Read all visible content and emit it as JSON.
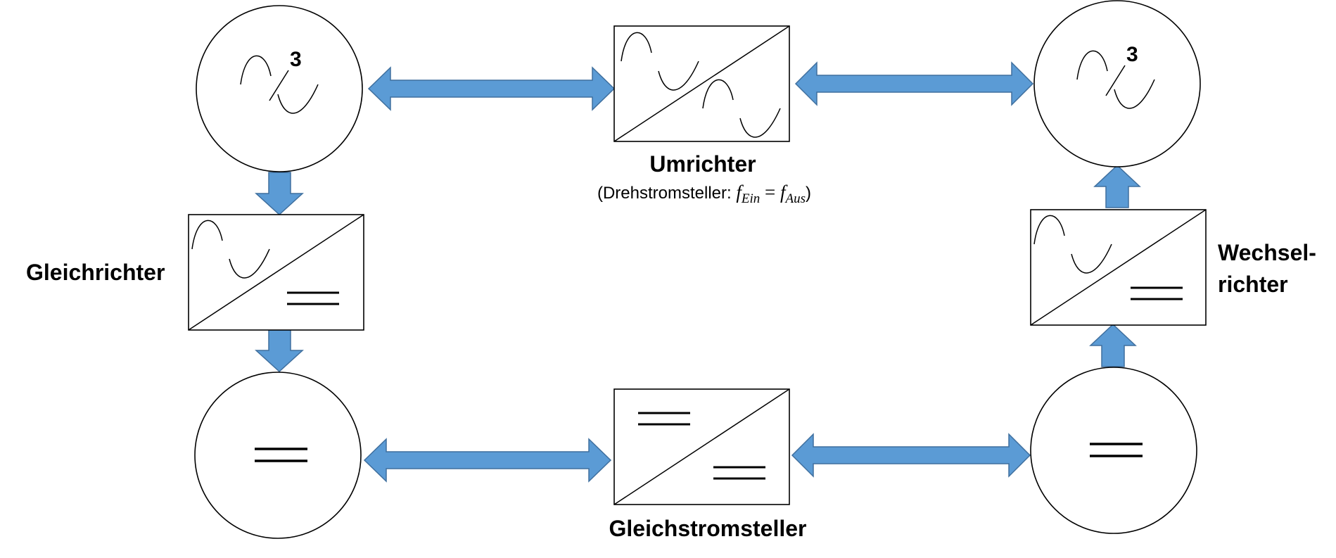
{
  "colors": {
    "arrow_fill": "#5b9bd5",
    "arrow_stroke": "#3f6f9e",
    "line": "#000000",
    "background": "#ffffff"
  },
  "nodes": {
    "ac_left": {
      "phase_label": "3",
      "icon": "three-phase-ac-symbol"
    },
    "ac_right": {
      "phase_label": "3",
      "icon": "three-phase-ac-symbol"
    },
    "dc_left": {
      "icon": "dc-symbol"
    },
    "dc_right": {
      "icon": "dc-symbol"
    }
  },
  "converters": {
    "umrichter": {
      "label": "Umrichter",
      "note_prefix": "(Drehstromsteller: ",
      "note_var": "f",
      "note_sub_in": "Ein",
      "note_eq": " = ",
      "note_sub_out": "Aus",
      "note_suffix": ")",
      "icon": "ac-ac-converter-symbol"
    },
    "gleichrichter": {
      "label": "Gleichrichter",
      "icon": "ac-dc-converter-symbol"
    },
    "wechselrichter": {
      "label_line1": "Wechsel-",
      "label_line2": "richter",
      "icon": "dc-ac-converter-symbol"
    },
    "gleichstromsteller": {
      "label": "Gleichstromsteller",
      "icon": "dc-dc-converter-symbol"
    }
  }
}
